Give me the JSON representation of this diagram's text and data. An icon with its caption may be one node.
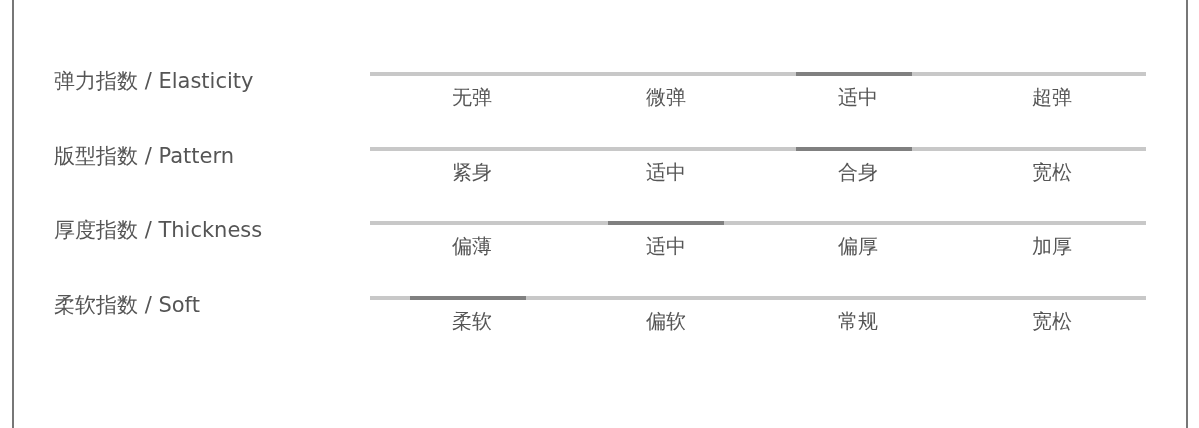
{
  "diagram": {
    "labels": [
      "弹力指数 / Elasticity",
      "无弹",
      "微弹",
      "适中",
      "超弹",
      "版型指数 / Pattern",
      "紧身",
      "适中",
      "合身",
      "宽松",
      "厚度指数 / Thickness",
      "偏薄",
      "适中",
      "偏厚",
      "加厚",
      "柔软指数 / Soft",
      "柔软",
      "偏软",
      "常规",
      "宽松"
    ]
  }
}
